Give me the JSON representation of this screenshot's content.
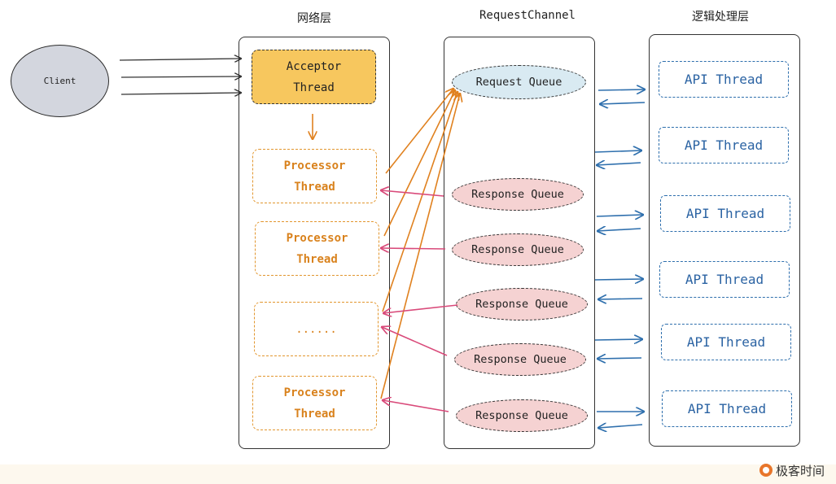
{
  "columns": {
    "network": "网络层",
    "channel": "RequestChannel",
    "logic": "逻辑处理层"
  },
  "client": {
    "label": "Client"
  },
  "acceptor": {
    "line1": "Acceptor",
    "line2": "Thread"
  },
  "processors": [
    {
      "line1": "Processor",
      "line2": "Thread"
    },
    {
      "line1": "Processor",
      "line2": "Thread"
    },
    {
      "line1": "......",
      "line2": ""
    },
    {
      "line1": "Processor",
      "line2": "Thread"
    }
  ],
  "request_queue": {
    "label": "Request Queue"
  },
  "response_queues": [
    {
      "label": "Response Queue"
    },
    {
      "label": "Response Queue"
    },
    {
      "label": "Response Queue"
    },
    {
      "label": "Response Queue"
    },
    {
      "label": "Response Queue"
    }
  ],
  "api_threads": [
    {
      "label": "API Thread"
    },
    {
      "label": "API Thread"
    },
    {
      "label": "API Thread"
    },
    {
      "label": "API Thread"
    },
    {
      "label": "API Thread"
    },
    {
      "label": "API Thread"
    }
  ],
  "brand": {
    "name": "极客时间"
  },
  "colors": {
    "acceptor_fill": "#f7c75e",
    "processor_text": "#d9821d",
    "request_queue_fill": "#d9eaf2",
    "response_queue_fill": "#f5d2d2",
    "api_text": "#2b63a3",
    "client_fill": "#d3d6de"
  }
}
